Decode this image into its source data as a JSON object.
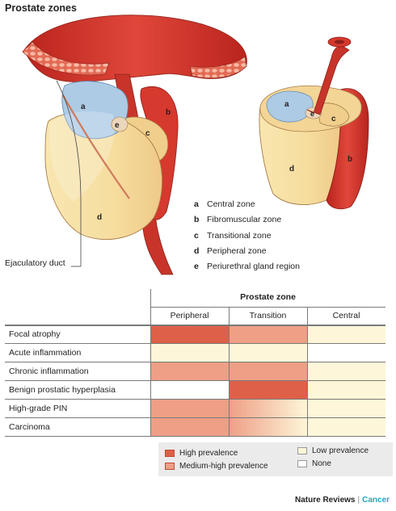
{
  "figure": {
    "title": "Prostate zones",
    "ejaculatory_duct_label": "Ejaculatory duct",
    "zones": [
      {
        "key": "a",
        "name": "Central zone",
        "color": "#aecbe6"
      },
      {
        "key": "b",
        "name": "Fibromuscular zone",
        "color": "#d43a2e"
      },
      {
        "key": "c",
        "name": "Transitional zone",
        "color": "#f2d79a"
      },
      {
        "key": "d",
        "name": "Peripheral zone",
        "color": "#f4dfa0"
      },
      {
        "key": "e",
        "name": "Periurethral gland region",
        "color": "#ead6ba"
      }
    ],
    "left_diagram_labels": [
      "a",
      "b",
      "c",
      "d",
      "e"
    ],
    "right_diagram_labels": [
      "a",
      "b",
      "c",
      "d",
      "e"
    ]
  },
  "table": {
    "group_header": "Prostate zone",
    "columns": [
      "Peripheral",
      "Transition",
      "Central"
    ],
    "rows": [
      {
        "label": "Focal atrophy",
        "levels": [
          "high",
          "medium-high",
          "low"
        ]
      },
      {
        "label": "Acute inflammation",
        "levels": [
          "low",
          "low",
          "none"
        ]
      },
      {
        "label": "Chronic inflammation",
        "levels": [
          "medium-high",
          "medium-high",
          "low"
        ]
      },
      {
        "label": "Benign prostatic hyperplasia",
        "levels": [
          "none",
          "high",
          "low"
        ]
      },
      {
        "label": "High-grade PIN",
        "levels": [
          "medium-high",
          "gradient",
          "low"
        ]
      },
      {
        "label": "Carcinoma",
        "levels": [
          "medium-high",
          "gradient",
          "low"
        ]
      }
    ],
    "level_colors": {
      "high": "#df6048",
      "medium-high": "#ee9f86",
      "low": "#fdf6d8",
      "none": "#ffffff",
      "gradient": "#f9d8c4"
    }
  },
  "legend": {
    "items": [
      {
        "level": "high",
        "label": "High prevalence"
      },
      {
        "level": "medium-high",
        "label": "Medium-high prevalence"
      },
      {
        "level": "low",
        "label": "Low prevalence"
      },
      {
        "level": "none",
        "label": "None"
      }
    ]
  },
  "credit": {
    "brand": "Nature Reviews",
    "separator": "|",
    "journal": "Cancer"
  }
}
